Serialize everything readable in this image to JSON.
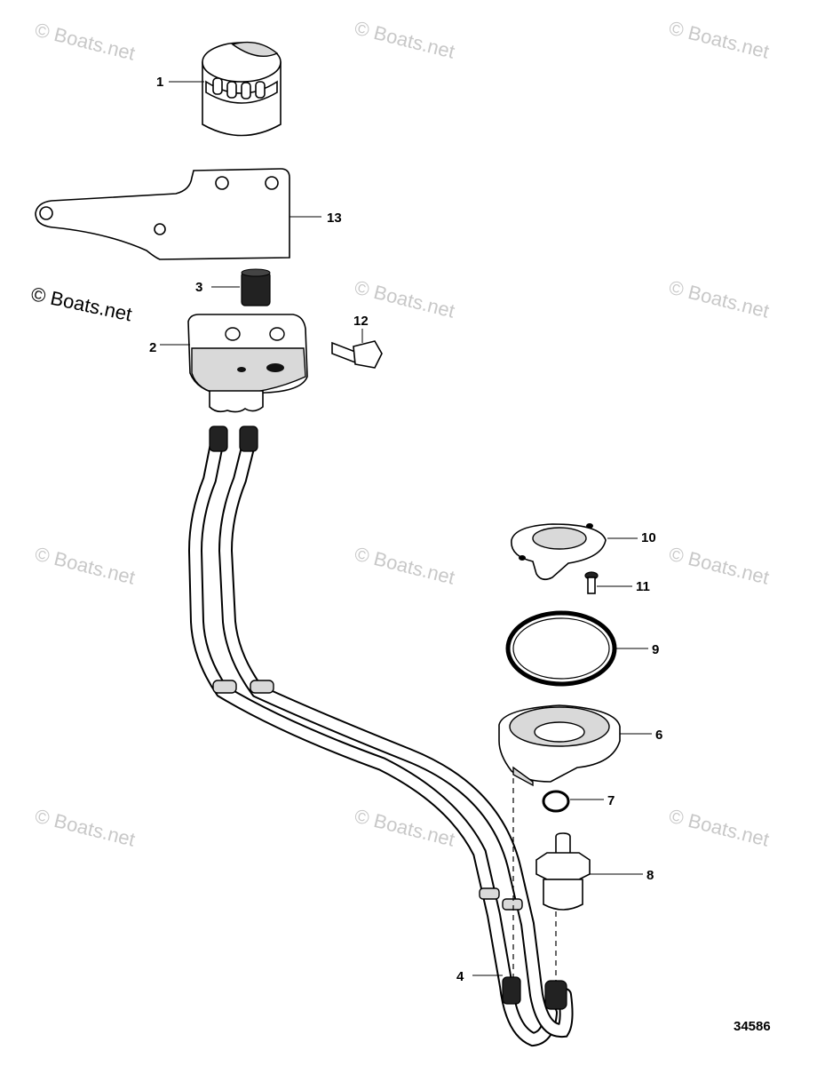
{
  "watermark_text": "© Boats.net",
  "copyright_text": "© Boats.net",
  "figure_number": "34586",
  "callouts": {
    "c1": "1",
    "c2": "2",
    "c3": "3",
    "c4": "4",
    "c6": "6",
    "c7": "7",
    "c8": "8",
    "c9": "9",
    "c10": "10",
    "c11": "11",
    "c12": "12",
    "c13": "13"
  }
}
